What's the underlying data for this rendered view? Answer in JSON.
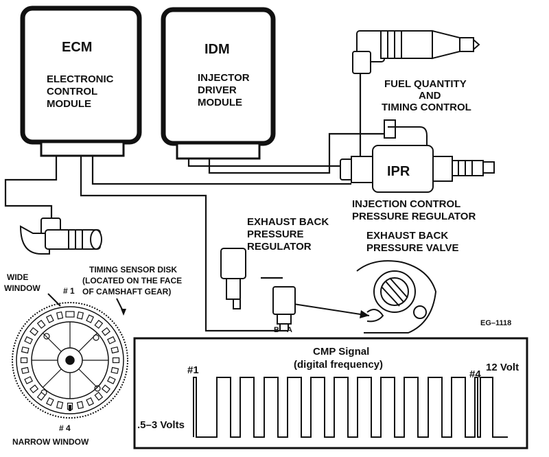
{
  "ecm": {
    "abbr": "ECM",
    "line1": "ELECTRONIC",
    "line2": "CONTROL",
    "line3": "MODULE"
  },
  "idm": {
    "abbr": "IDM",
    "line1": "INJECTOR",
    "line2": "DRIVER",
    "line3": "MODULE"
  },
  "fuel": {
    "line1": "FUEL QUANTITY",
    "line2": "AND",
    "line3": "TIMING CONTROL"
  },
  "ipr": {
    "abbr": "IPR",
    "line1": "INJECTION CONTROL",
    "line2": "PRESSURE REGULATOR"
  },
  "ebp_regulator": {
    "line1": "EXHAUST BACK",
    "line2": "PRESSURE",
    "line3": "REGULATOR",
    "pin_b": "B",
    "pin_a": "A"
  },
  "ebp_valve": {
    "line1": "EXHAUST BACK",
    "line2": "PRESSURE VALVE"
  },
  "timing_disk": {
    "line1": "TIMING SENSOR DISK",
    "line2": "(LOCATED ON THE FACE",
    "line3": "OF CAMSHAFT GEAR)",
    "wide_line1": "WIDE",
    "wide_line2": "WINDOW",
    "mark1": "# 1",
    "mark4": "# 4",
    "narrow": "NARROW WINDOW"
  },
  "figure_id": "EG–1118",
  "signal": {
    "title": "CMP Signal",
    "subtitle": "(digital frequency)",
    "mark1": "#1",
    "mark4": "#4",
    "high": "12 Volt",
    "low": ".5–3 Volts"
  }
}
